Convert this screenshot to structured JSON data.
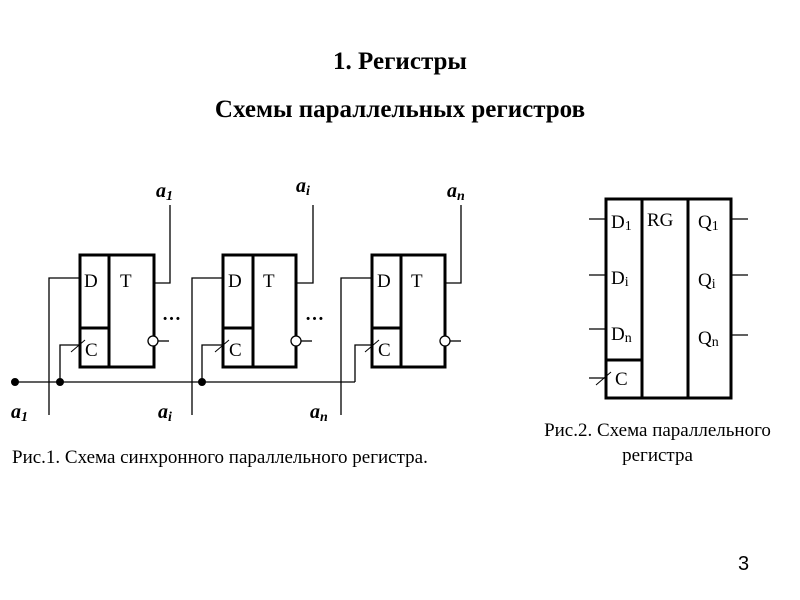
{
  "slide": {
    "title": "1.  Регистры",
    "subtitle": "Схемы параллельных регистров",
    "page_number": "3"
  },
  "figure1": {
    "caption": "Рис.1. Схема синхронного параллельного регистра.",
    "flipflops": [
      {
        "data_label": "D",
        "type_label": "T",
        "clock_label": "C",
        "output_label": "a",
        "output_sub": "1",
        "input_label": "a",
        "input_sub": "1"
      },
      {
        "data_label": "D",
        "type_label": "T",
        "clock_label": "C",
        "output_label": "a",
        "output_sub": "i",
        "input_label": "a",
        "input_sub": "i"
      },
      {
        "data_label": "D",
        "type_label": "T",
        "clock_label": "C",
        "output_label": "a",
        "output_sub": "n",
        "input_label": "a",
        "input_sub": "n"
      }
    ],
    "ellipsis": "…"
  },
  "figure2": {
    "caption": "Рис.2. Схема параллельного регистра",
    "block_label": "RG",
    "inputs": [
      {
        "label": "D",
        "sub": "1"
      },
      {
        "label": "D",
        "sub": "i"
      },
      {
        "label": "D",
        "sub": "n"
      }
    ],
    "clock_label": "C",
    "outputs": [
      {
        "label": "Q",
        "sub": "1"
      },
      {
        "label": "Q",
        "sub": "i"
      },
      {
        "label": "Q",
        "sub": "n"
      }
    ]
  }
}
